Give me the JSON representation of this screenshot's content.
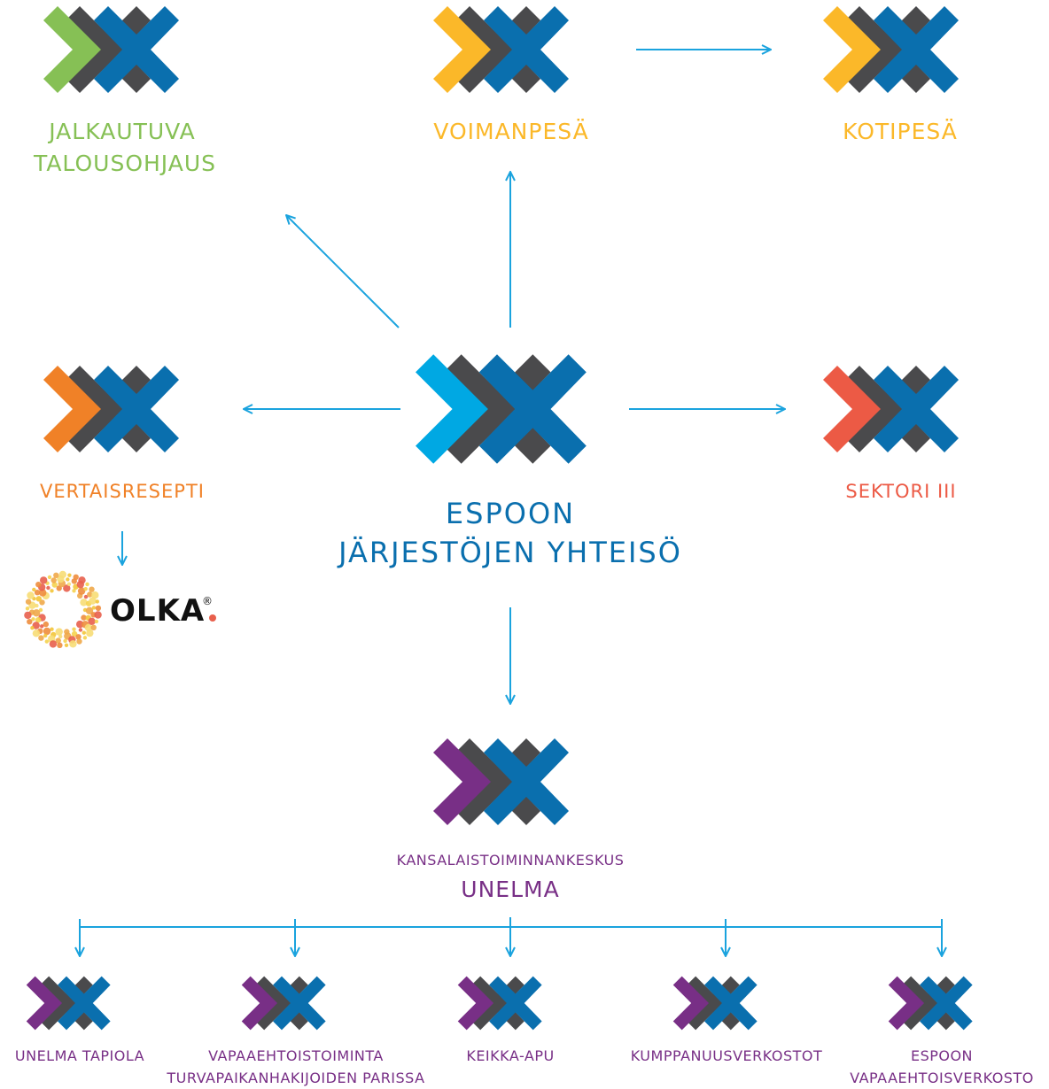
{
  "colors": {
    "arrow": "#1aa3de",
    "dark": "#4a4a4c",
    "blue": "#0a6fae",
    "light_blue": "#00a8e3",
    "green": "#86c055",
    "yellow": "#fbb829",
    "orange": "#f08127",
    "red": "#ec5a45",
    "purple": "#782f86",
    "center_text": "#0a6fae"
  },
  "center": {
    "line1": "ESPOON",
    "line2": "JÄRJESTÖJEN YHTEISÖ"
  },
  "nodes": {
    "jalkautuva": {
      "line1": "JALKAUTUVA",
      "line2": "TALOUSOHJAUS"
    },
    "voimanpesa": {
      "label": "VOIMANPESÄ"
    },
    "kotipesa": {
      "label": "KOTIPESÄ"
    },
    "vertaisresepti": {
      "label": "VERTAISRESEPTI"
    },
    "sektori": {
      "label": "SEKTORI III"
    },
    "olka": {
      "label": "OLKA",
      "mark": "®"
    },
    "unelma": {
      "subtitle": "KANSALAISTOIMINNANKESKUS",
      "title": "UNELMA"
    }
  },
  "children": [
    {
      "line1": "UNELMA TAPIOLA",
      "line2": ""
    },
    {
      "line1": "VAPAAEHTOISTOIMINTA",
      "line2": "TURVAPAIKANHAKIJOIDEN PARISSA"
    },
    {
      "line1": "KEIKKA-APU",
      "line2": ""
    },
    {
      "line1": "KUMPPANUUSVERKOSTOT",
      "line2": ""
    },
    {
      "line1": "ESPOON",
      "line2": "VAPAAEHTOISVERKOSTO"
    }
  ]
}
